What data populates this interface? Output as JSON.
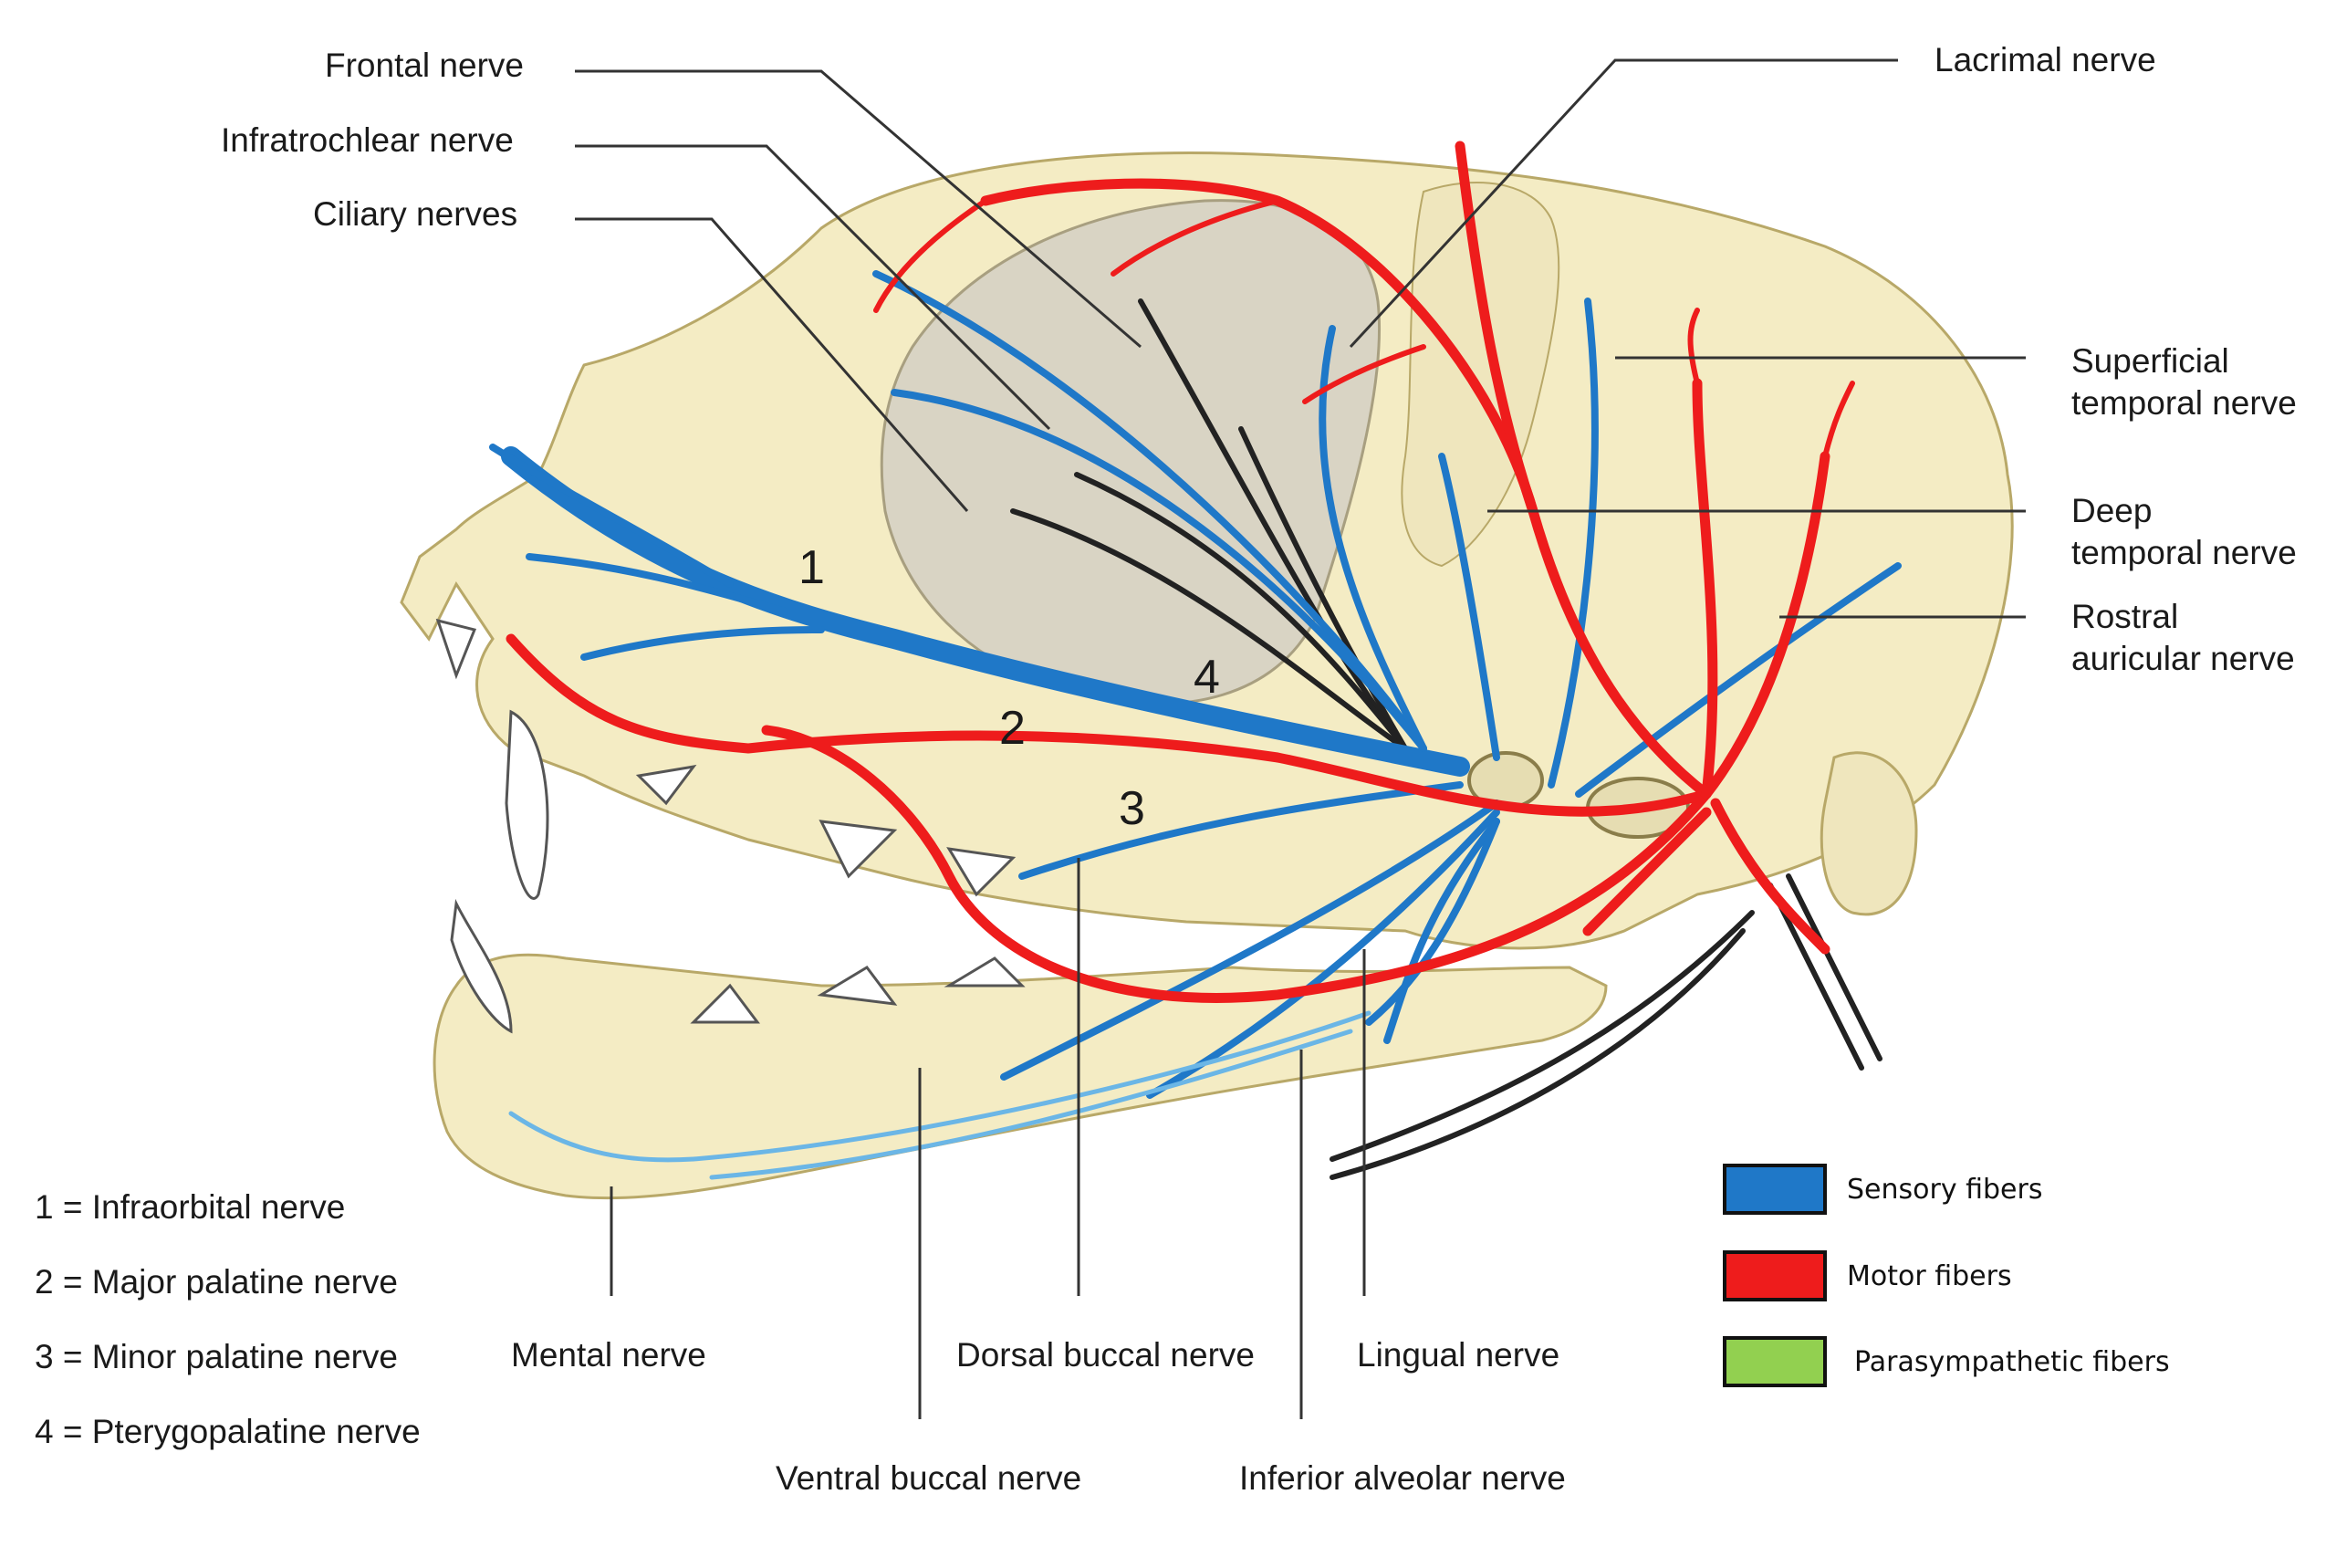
{
  "colors": {
    "bone": "#f4ecc4",
    "bone_edge": "#c9b978",
    "orbit": "#d9d4c4",
    "sensory": "#1f78c8",
    "sensory_light": "#6bb6e6",
    "motor": "#ee1c1c",
    "parasympathetic": "#92d050",
    "leader": "#333333",
    "dark_nerve": "#222222"
  },
  "labels": {
    "frontal": "Frontal nerve",
    "infratrochlear": "Infratrochlear nerve",
    "ciliary": "Ciliary nerves",
    "lacrimal": "Lacrimal nerve",
    "superficial_temporal_1": "Superficial",
    "superficial_temporal_2": "temporal nerve",
    "deep_temporal_1": "Deep",
    "deep_temporal_2": "temporal nerve",
    "rostral_auricular_1": "Rostral",
    "rostral_auricular_2": "auricular nerve",
    "mental": "Mental nerve",
    "dorsal_buccal": "Dorsal buccal nerve",
    "lingual": "Lingual nerve",
    "ventral_buccal": "Ventral buccal nerve",
    "inferior_alveolar": "Inferior alveolar nerve"
  },
  "numbers": {
    "n1": "1",
    "n2": "2",
    "n3": "3",
    "n4": "4"
  },
  "key": [
    "1 = Infraorbital nerve",
    "2 = Major palatine nerve",
    "3 = Minor palatine nerve",
    "4 = Pterygopalatine nerve"
  ],
  "legend": [
    {
      "label": "Sensory fibers",
      "color": "#1f78c8"
    },
    {
      "label": "Motor fibers",
      "color": "#ee1c1c"
    },
    {
      "label": "Parasympathetic fibers",
      "color": "#92d050"
    }
  ]
}
